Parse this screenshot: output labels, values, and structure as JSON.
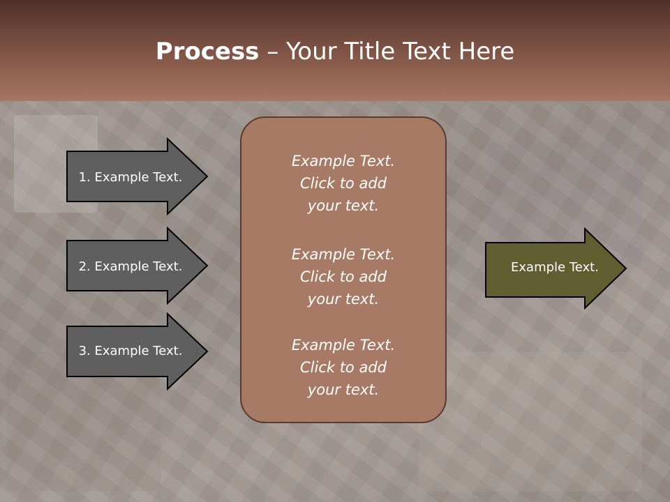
{
  "slide": {
    "title_bold": "Process",
    "title_rest": " – Your Title Text Here",
    "left_arrows": [
      {
        "label": "1. Example Text."
      },
      {
        "label": "2. Example Text."
      },
      {
        "label": "3. Example Text."
      }
    ],
    "center_blocks": [
      {
        "line1": "Example Text.",
        "line2": "Click  to add",
        "line3": "your text."
      },
      {
        "line1": "Example Text.",
        "line2": "Click  to add",
        "line3": "your text."
      },
      {
        "line1": "Example Text.",
        "line2": "Click  to add",
        "line3": "your text."
      }
    ],
    "right_arrow": {
      "label": "Example Text."
    }
  },
  "colors": {
    "header_dark": "#4e3129",
    "header_light": "#a87662",
    "left_arrow_fill": "#5f5f5f",
    "right_arrow_fill": "#5e5e31",
    "center_fill": "#a67a64",
    "outline": "#000000"
  }
}
